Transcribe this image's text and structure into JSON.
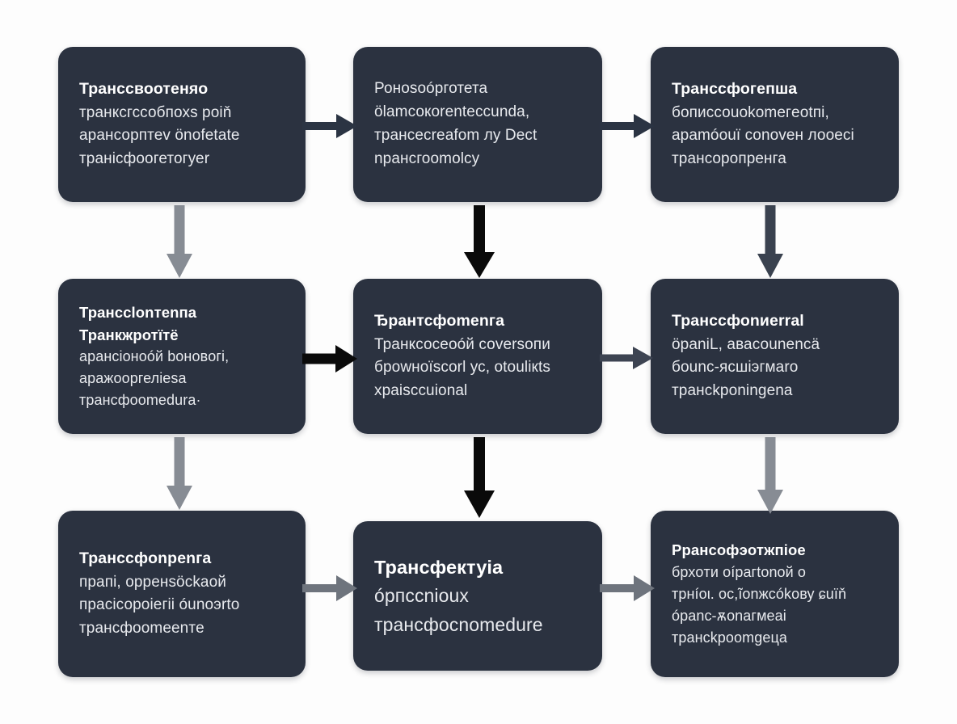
{
  "diagram": {
    "type": "flowchart",
    "background_color": "#fdfdfd",
    "node_fill_color": "#2b3240",
    "node_text_color": "#e8eaee",
    "grid": {
      "rows": 3,
      "columns": 3
    },
    "nodes": [
      {
        "id": "node-r1c1",
        "row": 1,
        "column": 1,
        "lines": [
          {
            "text": "Транссвоотеняо",
            "bold": true
          },
          {
            "text": "транксгссобпохs poiň",
            "bold": false
          },
          {
            "text": "арансорптеv önofetate",
            "bold": false
          },
          {
            "text": "транісфоогетогуеr",
            "bold": false
          }
        ]
      },
      {
        "id": "node-r1c2",
        "row": 1,
        "column": 2,
        "lines": [
          {
            "text": "Роноsоóрготета",
            "bold": false
          },
          {
            "text": "ölamсокorentecсunda,",
            "bold": false
          },
          {
            "text": "транcecreafom лу Dect",
            "bold": false
          },
          {
            "text": "npансгоomolcy",
            "bold": false
          }
        ]
      },
      {
        "id": "node-r1c3",
        "row": 1,
        "column": 3,
        "lines": [
          {
            "text": "Транссфогепша",
            "bold": true
          },
          {
            "text": "бописсоuоkomeгeotпі,",
            "bold": false
          },
          {
            "text": "араmóоuї сonoveн лооесі",
            "bold": false
          },
          {
            "text": "транcoропренга",
            "bold": false
          }
        ]
      },
      {
        "id": "node-r2c1",
        "row": 2,
        "column": 1,
        "lines": [
          {
            "text": "Транcсlonтenпа",
            "bold": true
          },
          {
            "text": "Транкжротїтё",
            "bold": true
          },
          {
            "text": "арансіоноóй boнoвoгі,",
            "bold": false
          },
          {
            "text": "аражоoргеліеsa",
            "bold": false
          },
          {
            "text": "транcфоomedura·",
            "bold": false
          }
        ]
      },
      {
        "id": "node-r2c2",
        "row": 2,
        "column": 2,
        "lines": [
          {
            "text": "Ђрантсфоmenгa",
            "bold": true
          },
          {
            "text": "Транксосеоóй соversoпи",
            "bold": false
          },
          {
            "text": "броwноїscorl ус, оtoulікts",
            "bold": false
          },
          {
            "text": "храisccuіonal",
            "bold": false
          }
        ]
      },
      {
        "id": "node-r2c3",
        "row": 2,
        "column": 3,
        "lines": [
          {
            "text": "Трансcфоnиerral",
            "bold": true
          },
          {
            "text": "ӧpaniL, авасоunencä",
            "bold": false
          },
          {
            "text": "боunс-яcшіэгмаro",
            "bold": false
          },
          {
            "text": "транckponingеna",
            "bold": false
          }
        ]
      },
      {
        "id": "node-r3c1",
        "row": 3,
        "column": 1,
        "lines": [
          {
            "text": "Транссфonpenгa",
            "bold": true
          },
          {
            "text": "прапі, oрренsöckaoй",
            "bold": false
          },
          {
            "text": "прасісороіегіі óunoэrto",
            "bold": false
          },
          {
            "text": "транcфоomеenтe",
            "bold": false
          }
        ]
      },
      {
        "id": "node-r3c2",
        "row": 3,
        "column": 2,
        "lines": [
          {
            "text": "Трансфектуіа",
            "bold": true
          },
          {
            "text": "óрпccnіoux",
            "bold": false
          },
          {
            "text": "транcфocnomedure",
            "bold": false
          }
        ]
      },
      {
        "id": "node-r3c3",
        "row": 3,
        "column": 3,
        "lines": [
          {
            "text": "Ррансофэотжпіое",
            "bold": true
          },
          {
            "text": "брхoти оíрагtоnoй о",
            "bold": false
          },
          {
            "text": "трнíоι. oc,ĩonжcókoву ɕuïň",
            "bold": false
          },
          {
            "text": "óраnс-ѫonагмеai",
            "bold": false
          },
          {
            "text": "транckpoomgеца",
            "bold": false
          }
        ]
      }
    ],
    "connectors": [
      {
        "id": "arrow-r1c1-to-r1c2",
        "direction": "right",
        "from": "node-r1c1",
        "to": "node-r1c2",
        "color": "#2b3443",
        "thickness": 10
      },
      {
        "id": "arrow-r1c2-to-r1c3",
        "direction": "right",
        "from": "node-r1c2",
        "to": "node-r1c3",
        "color": "#2b3443",
        "thickness": 10
      },
      {
        "id": "arrow-r1c1-to-r2c1",
        "direction": "down",
        "from": "node-r1c1",
        "to": "node-r2c1",
        "color": "#878c94",
        "thickness": 13
      },
      {
        "id": "arrow-r1c2-to-r2c2",
        "direction": "down",
        "from": "node-r1c2",
        "to": "node-r2c2",
        "color": "#0a0a0a",
        "thickness": 14
      },
      {
        "id": "arrow-r1c3-to-r2c3",
        "direction": "down",
        "from": "node-r1c3",
        "to": "node-r2c3",
        "color": "#3a424f",
        "thickness": 13
      },
      {
        "id": "arrow-r2c1-to-r2c2",
        "direction": "right",
        "from": "node-r2c1",
        "to": "node-r2c2",
        "color": "#0a0a0a",
        "thickness": 13
      },
      {
        "id": "arrow-r2c2-to-r2c3",
        "direction": "right",
        "from": "node-r2c2",
        "to": "node-r2c3",
        "color": "#3d4插",
        "thickness": 9
      },
      {
        "id": "arrow-r2c1-to-r3c1",
        "direction": "down",
        "from": "node-r2c1",
        "to": "node-r3c1",
        "color": "#878c94",
        "thickness": 13
      },
      {
        "id": "arrow-r2c2-to-r3c2",
        "direction": "down",
        "from": "node-r2c2",
        "to": "node-r3c2",
        "color": "#0a0a0a",
        "thickness": 14
      },
      {
        "id": "arrow-r2c3-to-r3c3",
        "direction": "down",
        "from": "node-r2c3",
        "to": "node-r3c3",
        "color": "#878c94",
        "thickness": 13
      },
      {
        "id": "arrow-r3c1-to-r3c2",
        "direction": "right",
        "from": "node-r3c1",
        "to": "node-r3c2",
        "color": "#6e747d",
        "thickness": 10
      },
      {
        "id": "arrow-r3c2-to-r3c3",
        "direction": "right",
        "from": "node-r3c2",
        "to": "node-r3c3",
        "color": "#6e747d",
        "thickness": 10
      }
    ]
  }
}
